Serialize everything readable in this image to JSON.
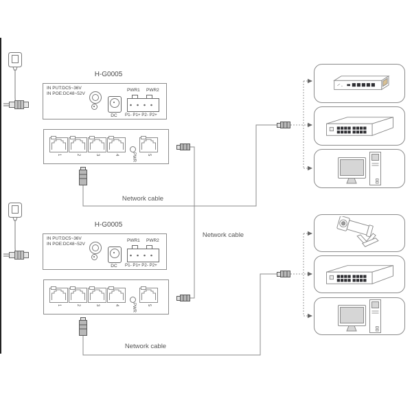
{
  "devices": [
    {
      "model": "H-G0005",
      "input_line1": "IN PUT:DC5~36V",
      "input_line2": "IN POE:DC48~52V",
      "pwr1_label": "PWR1",
      "pwr2_label": "PWR2",
      "dc_label": "DC",
      "terminal_labels": "P1- P1+ P2- P2+",
      "port_labels": [
        "1",
        "2",
        "3",
        "4"
      ],
      "uplink_port_label": "5",
      "power_led_label": "PWR"
    },
    {
      "model": "H-G0005",
      "input_line1": "IN PUT:DC5~36V",
      "input_line2": "IN POE:DC48~52V",
      "pwr1_label": "PWR1",
      "pwr2_label": "PWR2",
      "dc_label": "DC",
      "terminal_labels": "P1- P1+ P2- P2+",
      "port_labels": [
        "1",
        "2",
        "3",
        "4"
      ],
      "uplink_port_label": "5",
      "power_led_label": "PWR"
    }
  ],
  "cable_labels": {
    "top": "Network cable",
    "middle": "Network cable",
    "bottom": "Network cable"
  },
  "endpoints": {
    "top": [
      "5-port router",
      "16-port switch",
      "desktop computer"
    ],
    "bottom": [
      "cctv camera",
      "16-port switch",
      "desktop computer"
    ]
  },
  "colors": {
    "line": "#8a8a8a",
    "dark_port": "#2f2f33",
    "tan_port": "#d8c094",
    "plug_body": "#b8b8b8",
    "plug_cap": "#e3e3e3",
    "screen": "#d6d6d6"
  }
}
